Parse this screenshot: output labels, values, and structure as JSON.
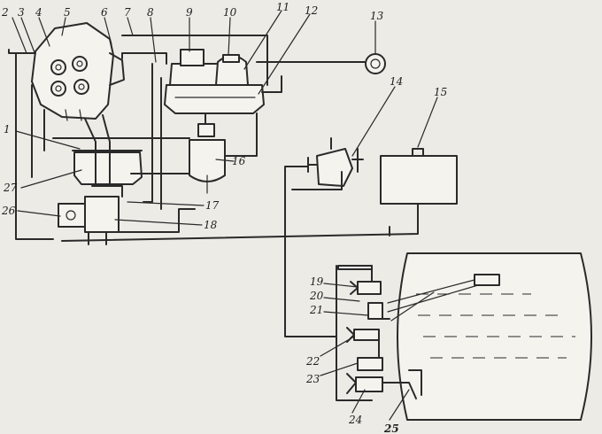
{
  "labels": {
    "l1": "1",
    "l2": "2",
    "l3": "3",
    "l4": "4",
    "l5": "5",
    "l6": "6",
    "l7": "7",
    "l8": "8",
    "l9": "9",
    "l10": "10",
    "l11": "11",
    "l12": "12",
    "l13": "13",
    "l14": "14",
    "l15": "15",
    "l16": "16",
    "l17": "17",
    "l18": "18",
    "l19": "19",
    "l20": "20",
    "l21": "21",
    "l22": "22",
    "l23": "23",
    "l24": "24",
    "l25": "25",
    "l26": "26",
    "l27": "27"
  },
  "colors": {
    "ink": "#2a2a2a",
    "paper": "#ecebe6"
  }
}
